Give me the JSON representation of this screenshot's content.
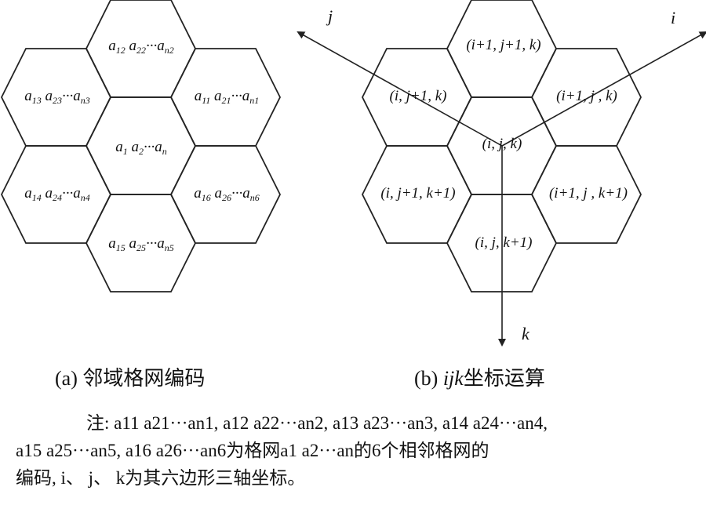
{
  "panel_a": {
    "center_label": "a1 a2···an",
    "neighbor_labels": {
      "top": "a12 a22···an2",
      "upper_left": "a13 a23···an3",
      "upper_right": "a11 a21···an1",
      "lower_left": "a14 a24···an4",
      "lower_right": "a16 a26···an6",
      "bottom": "a15 a25···an5"
    },
    "caption": "(a) 邻域格网编码"
  },
  "panel_b": {
    "axis_labels": {
      "i": "i",
      "j": "j",
      "k": "k"
    },
    "center_label": "(i, j, k)",
    "neighbor_labels": {
      "top": "(i+1, j+1, k)",
      "upper_left": "(i, j+1, k)",
      "upper_right": "(i+1, j , k)",
      "lower_left": "(i, j+1, k+1)",
      "lower_right": "(i+1, j , k+1)",
      "bottom": "(i, j, k+1)"
    },
    "caption_prefix": "(b) ",
    "caption_italic": "ijk",
    "caption_suffix": "坐标运算"
  },
  "note": {
    "line1": "注: a11 a21···an1, a12 a22···an2, a13 a23···an3, a14 a24···an4,",
    "line2": "a15 a25···an5, a16 a26···an6为格网a1 a2···an的6个相邻格网的",
    "line3": "编码, i、 j、 k为其六边形三轴坐标。"
  }
}
